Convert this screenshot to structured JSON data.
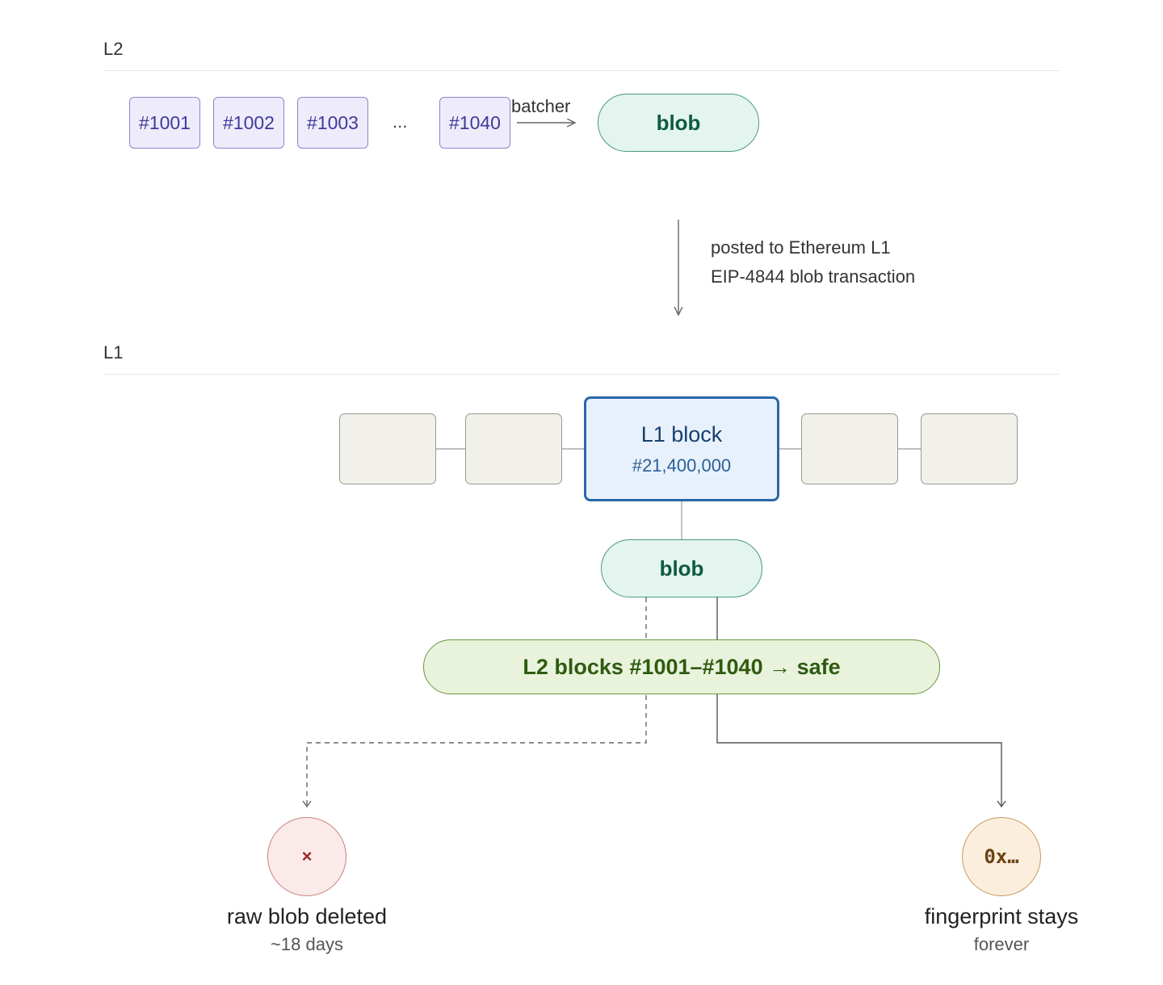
{
  "l2": {
    "section_label": "L2",
    "blocks": [
      "#1001",
      "#1002",
      "#1003",
      "#1040"
    ],
    "ellipsis": "...",
    "batcher_label": "batcher",
    "blob_label": "blob"
  },
  "transition": {
    "line1": "posted to Ethereum L1",
    "line2": "EIP-4844 blob transaction"
  },
  "l1": {
    "section_label": "L1",
    "main_block_title": "L1 block",
    "main_block_number": "#21,400,000",
    "blob_label": "blob",
    "safe_label": "L2 blocks #1001–#1040 → safe"
  },
  "outcomes": {
    "deleted": {
      "symbol": "×",
      "title": "raw blob deleted",
      "subtitle": "~18 days"
    },
    "fingerprint": {
      "symbol": "0x…",
      "title": "fingerprint stays",
      "subtitle": "forever"
    }
  },
  "colors": {
    "l2_block": "#eeebfb",
    "blob": "#e3f5ee",
    "l1_block": "#e8f1fb",
    "safe": "#e9f3dc",
    "deleted": "#fbeaea",
    "fingerprint": "#fbeedd"
  }
}
